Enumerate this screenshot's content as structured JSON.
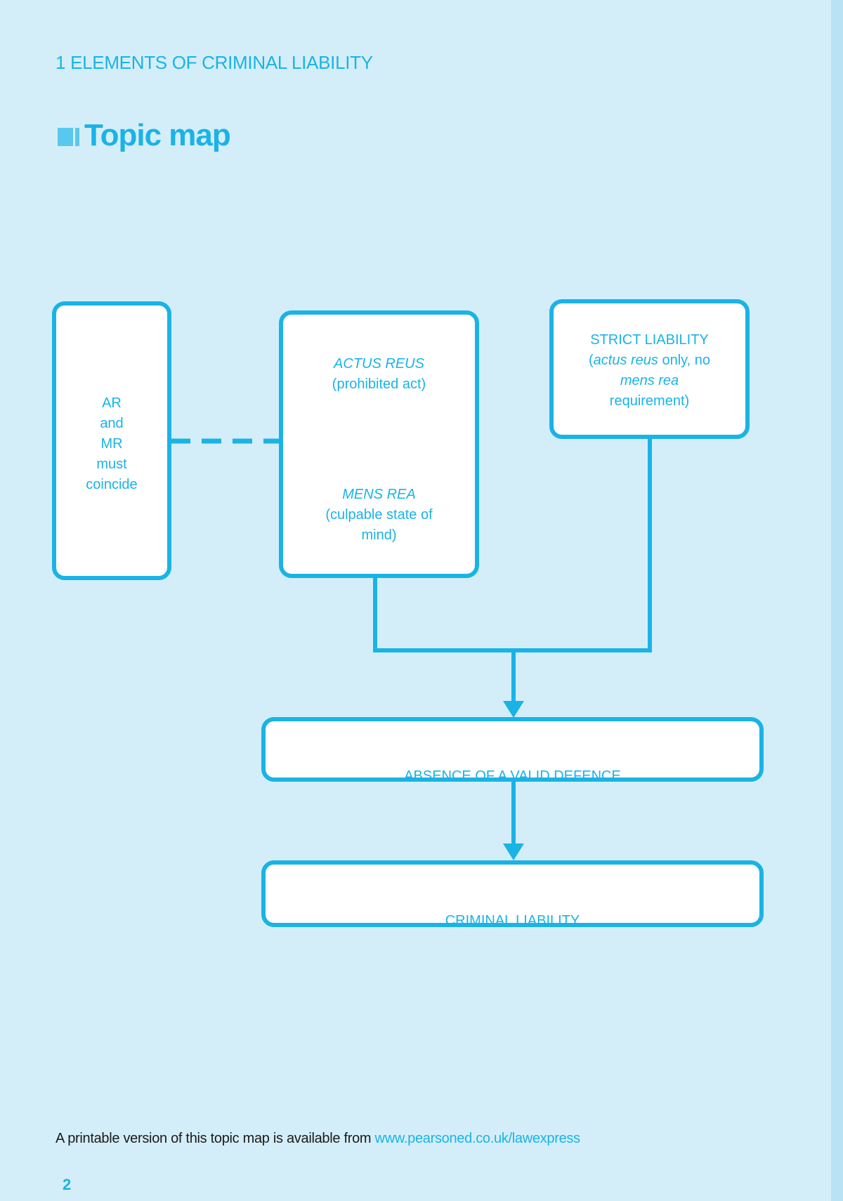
{
  "header": {
    "chapter": "1 ELEMENTS OF CRIMINAL LIABILITY",
    "title": "Topic map"
  },
  "diagram": {
    "coincide_box": {
      "lines": [
        "AR",
        "and",
        "MR",
        "must",
        "coincide"
      ]
    },
    "elements_box": {
      "actus_reus": "ACTUS REUS",
      "actus_reus_desc": "(prohibited act)",
      "mens_rea": "MENS REA",
      "mens_rea_desc_1": "(culpable state of",
      "mens_rea_desc_2": "mind)"
    },
    "strict_liability_box": {
      "title": "STRICT LIABILITY",
      "open_paren": "(",
      "actus_reus": "actus reus",
      "only_no": " only, no",
      "mens_rea": "mens rea",
      "requirement": "requirement)"
    },
    "defence_box": {
      "label": "ABSENCE OF A VALID DEFENCE"
    },
    "liability_box": {
      "label": "CRIMINAL LIABILITY"
    }
  },
  "footer": {
    "note": "A printable version of this topic map is available from ",
    "link": "www.pearsoned.co.uk/lawexpress",
    "page_number": "2"
  },
  "colors": {
    "accent": "#1ab3e6",
    "background": "#d4eef9",
    "box_fill": "#ffffff"
  }
}
